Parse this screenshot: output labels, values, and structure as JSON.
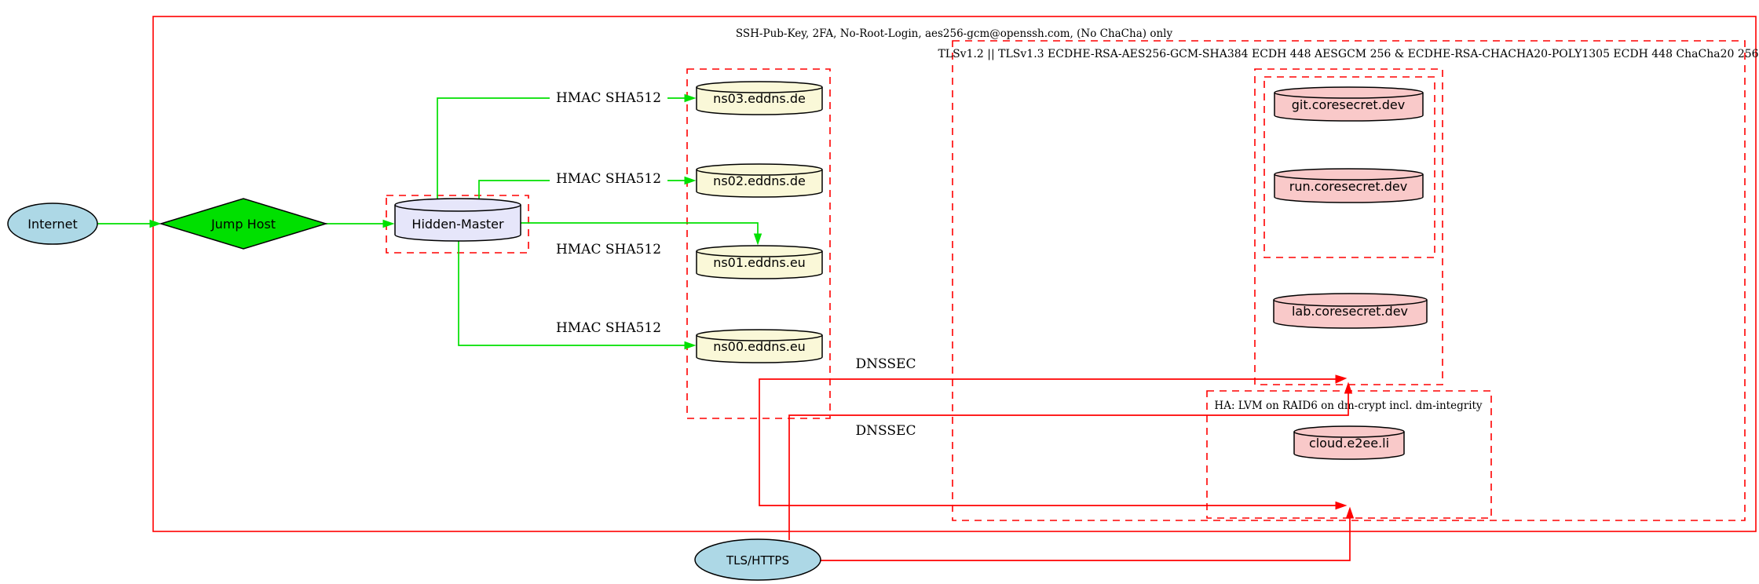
{
  "diagram": {
    "clusters": {
      "ssh": {
        "label": "SSH-Pub-Key, 2FA, No-Root-Login, aes256-gcm@openssh.com, (No ChaCha) only"
      },
      "tls": {
        "label": "TLSv1.2 || TLSv1.3 ECDHE-RSA-AES256-GCM-SHA384 ECDH 448 AESGCM 256 & ECDHE-RSA-CHACHA20-POLY1305 ECDH 448 ChaCha20 256"
      },
      "ha": {
        "label": "HA: LVM on RAID6 on dm-crypt incl. dm-integrity"
      }
    },
    "nodes": {
      "internet": {
        "label": "Internet",
        "shape": "ellipse",
        "fill": "#add8e6"
      },
      "jump_host": {
        "label": "Jump Host",
        "shape": "diamond",
        "fill": "#00e000"
      },
      "hidden_master": {
        "label": "Hidden-Master",
        "shape": "cylinder",
        "fill": "#e6e6fa"
      },
      "ns03": {
        "label": "ns03.eddns.de",
        "shape": "cylinder",
        "fill": "#faf8d8"
      },
      "ns02": {
        "label": "ns02.eddns.de",
        "shape": "cylinder",
        "fill": "#faf8d8"
      },
      "ns01": {
        "label": "ns01.eddns.eu",
        "shape": "cylinder",
        "fill": "#faf8d8"
      },
      "ns00": {
        "label": "ns00.eddns.eu",
        "shape": "cylinder",
        "fill": "#faf8d8"
      },
      "git": {
        "label": "git.coresecret.dev",
        "shape": "cylinder",
        "fill": "#f9c9c9"
      },
      "run": {
        "label": "run.coresecret.dev",
        "shape": "cylinder",
        "fill": "#f9c9c9"
      },
      "lab": {
        "label": "lab.coresecret.dev",
        "shape": "cylinder",
        "fill": "#f9c9c9"
      },
      "cloud": {
        "label": "cloud.e2ee.li",
        "shape": "cylinder",
        "fill": "#f9c9c9"
      },
      "tls_https": {
        "label": "TLS/HTTPS",
        "shape": "ellipse",
        "fill": "#add8e6"
      }
    },
    "edge_labels": {
      "hmac": "HMAC SHA512",
      "dnssec": "DNSSEC"
    },
    "colors": {
      "cluster_border": "#ff0000",
      "secure_transfer_edge": "#00e000",
      "tls_dnssec_edge": "#ff0000",
      "text": "#000000"
    }
  }
}
